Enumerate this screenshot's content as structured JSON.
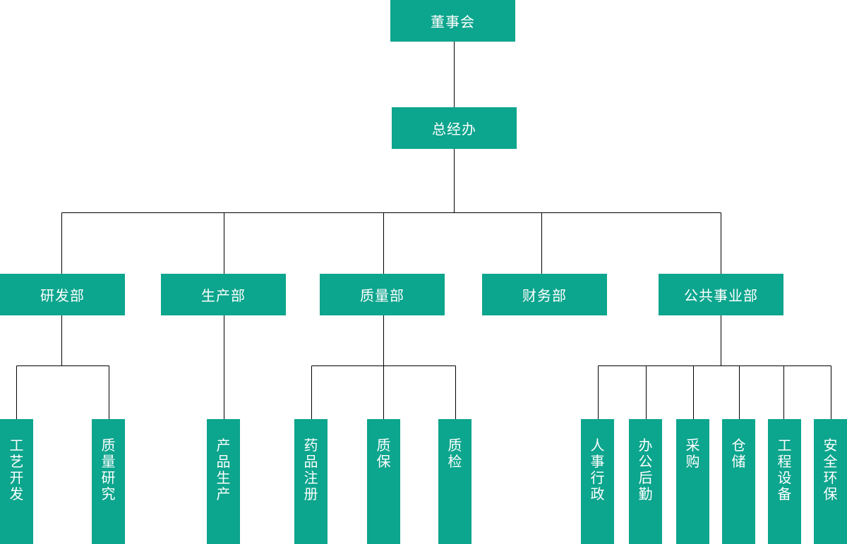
{
  "org": {
    "board": "董事会",
    "gm_office": "总经办",
    "departments": {
      "rd": "研发部",
      "production": "生产部",
      "quality": "质量部",
      "finance": "财务部",
      "public_affairs": "公共事业部"
    },
    "units": {
      "process_dev": "工艺开发",
      "quality_research": "质量研究",
      "product_production": "产品生产",
      "drug_registration": "药品注册",
      "qa": "质保",
      "qc": "质检",
      "hr_admin": "人事行政",
      "office_logistics": "办公后勤",
      "procurement": "采购",
      "warehouse": "仓储",
      "engineering_equipment": "工程设备",
      "safety_env": "安全环保"
    }
  },
  "colors": {
    "box_fill": "#0ca58d",
    "box_text": "#ffffff",
    "connector": "#000000"
  }
}
